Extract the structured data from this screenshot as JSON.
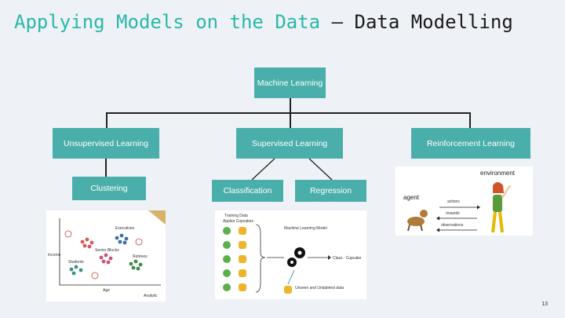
{
  "title": {
    "accent": "Applying Models on the Data",
    "rest": " – Data Modelling"
  },
  "tree": {
    "root": "Machine Learning",
    "unsupervised": "Unsupervised Learning",
    "supervised": "Supervised Learning",
    "reinforcement": "Reinforcement Learning",
    "clustering": "Clustering",
    "classification": "Classification",
    "regression": "Regression"
  },
  "clustering_panel": {
    "ylabel": "Income",
    "xlabel": "Age",
    "groups": [
      "Executives",
      "Senior Blocks",
      "Students",
      "Retirees"
    ],
    "logo": "Analytic"
  },
  "classification_panel": {
    "training": "Training Data",
    "labels": "Apples    Cupcakes",
    "model": "Machine Learning Model",
    "output": "Class : Cupcake",
    "unseen": "Unseen and Unlabeled data"
  },
  "rl_panel": {
    "environment": "environment",
    "agent": "agent",
    "actions": "actions",
    "rewards": "rewards",
    "observations": "observations"
  },
  "colors": {
    "accent": "#2ab7a9",
    "box": "#4aafaa"
  },
  "page_number": "13"
}
